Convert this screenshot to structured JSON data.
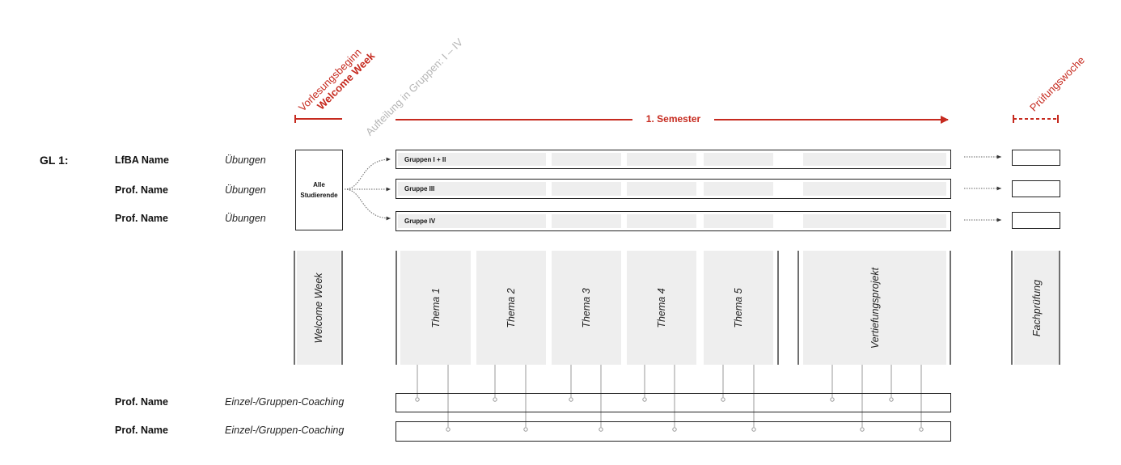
{
  "header": {
    "vorlesungsbeginn": "Vorlesungsbeginn",
    "welcome_week": "Welcome Week",
    "aufteilung": "Aufteilung in Gruppen: I – IV",
    "semester": "1. Semester",
    "pruefungswoche": "Prüfungswoche"
  },
  "gl_label": "GL 1:",
  "rows": [
    {
      "name": "LfBA Name",
      "type": "Übungen",
      "group": "Gruppen I + II"
    },
    {
      "name": "Prof. Name",
      "type": "Übungen",
      "group": "Gruppe III"
    },
    {
      "name": "Prof. Name",
      "type": "Übungen",
      "group": "Gruppe IV"
    }
  ],
  "alle_box": "Alle Studierende",
  "columns": {
    "welcome": "Welcome Week",
    "themes": [
      "Thema 1",
      "Thema 2",
      "Thema 3",
      "Thema 4",
      "Thema 5"
    ],
    "vertiefung": "Vertiefungsprojekt",
    "fachpruefung": "Fachprüfung"
  },
  "coaching": [
    {
      "name": "Prof. Name",
      "type": "Einzel-/Gruppen-Coaching"
    },
    {
      "name": "Prof. Name",
      "type": "Einzel-/Gruppen-Coaching"
    }
  ],
  "colors": {
    "accent": "#c62a1f",
    "grey_text": "#b5b5b5",
    "cell": "#eeeeee"
  }
}
